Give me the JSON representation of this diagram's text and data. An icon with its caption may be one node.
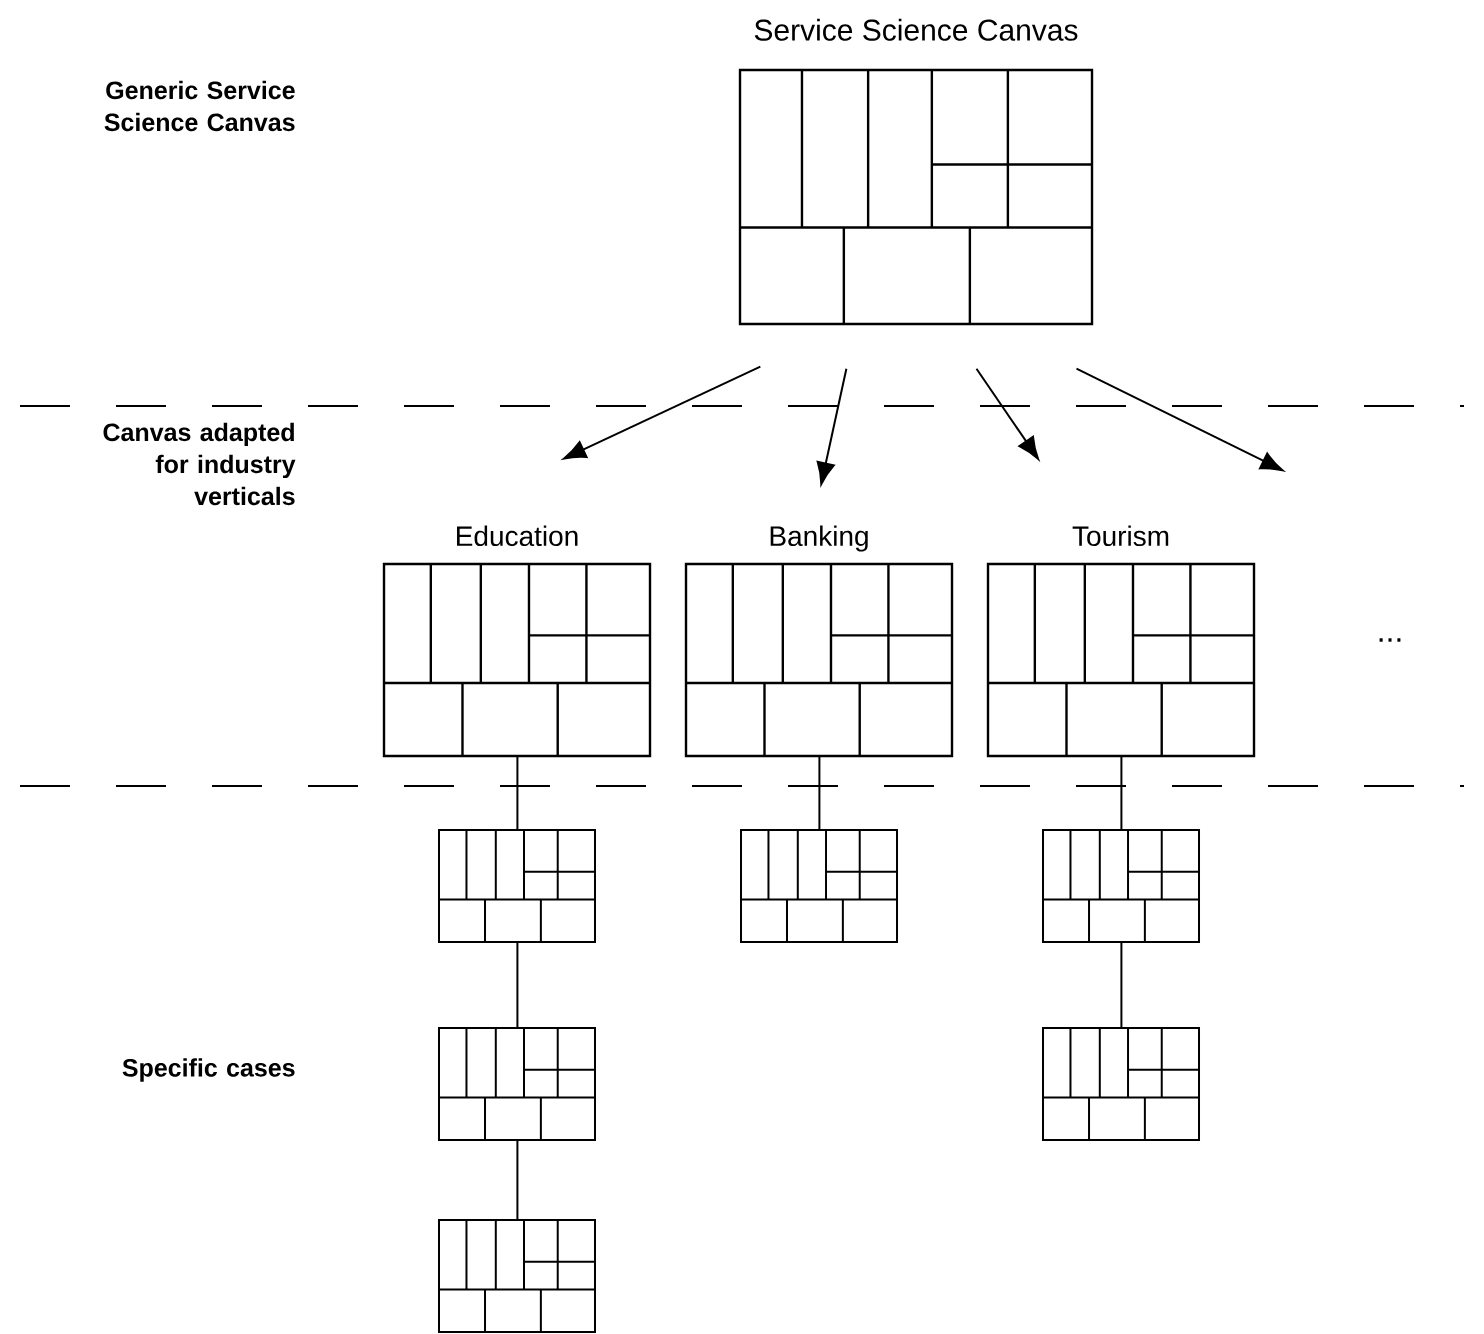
{
  "diagram": {
    "nodes": [
      {
        "text": [
          "Service Science Canvas"
        ]
      },
      {
        "text": [
          "Education"
        ]
      },
      {
        "text": [
          "Banking"
        ]
      },
      {
        "text": [
          "Tourism"
        ]
      },
      {
        "text": [
          "..."
        ]
      },
      {
        "text": [],
        "shape": "picture"
      },
      {
        "text": [],
        "shape": "picture"
      },
      {
        "text": [],
        "shape": "picture"
      },
      {
        "text": [],
        "shape": "picture"
      },
      {
        "text": [],
        "shape": "picture"
      },
      {
        "text": [],
        "shape": "picture"
      }
    ],
    "edges": [
      {
        "from": 0,
        "to": 1,
        "arrow": "to"
      },
      {
        "from": 0,
        "to": 2,
        "arrow": "to"
      },
      {
        "from": 0,
        "to": 3,
        "arrow": "to"
      },
      {
        "from": 0,
        "to": null,
        "arrow": "to"
      },
      {
        "from": 1,
        "to": 5,
        "arrow": "none"
      },
      {
        "from": 2,
        "to": 6,
        "arrow": "none"
      },
      {
        "from": 3,
        "to": 7,
        "arrow": "none"
      },
      {
        "from": 5,
        "to": 8,
        "arrow": "none"
      },
      {
        "from": 7,
        "to": 9,
        "arrow": "none"
      },
      {
        "from": 8,
        "to": 10,
        "arrow": "none"
      }
    ],
    "labels": [
      "Generic Service Science Canvas",
      "Canvas adapted for industry verticals",
      "Specific cases"
    ]
  }
}
